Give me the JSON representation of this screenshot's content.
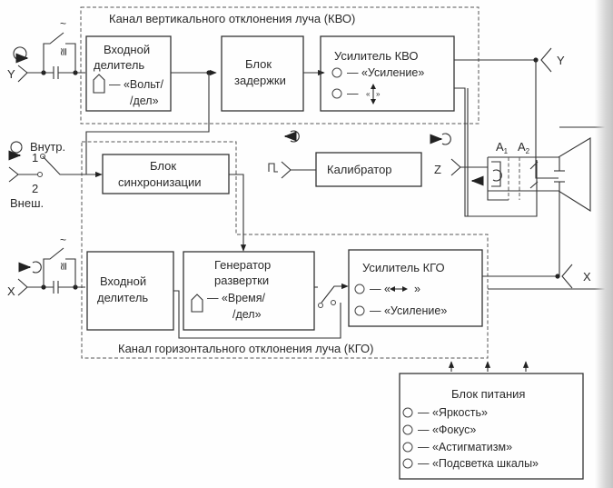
{
  "title": "Oscilloscope structural block diagram",
  "channels": {
    "vertical": {
      "label": "Канал вертикального отклонения луча (КВО)"
    },
    "horizontal": {
      "label": "Канал горизонтального отклонения луча (КГО)"
    }
  },
  "inputs": {
    "y": "Y",
    "x": "X",
    "z": "Z",
    "sync_internal": "Внутр.",
    "sync_external": "Внеш.",
    "sync_pos1": "1",
    "sync_pos2": "2",
    "coupling_ac": "~",
    "coupling_dc": "≅"
  },
  "outputs": {
    "y_plates": "Y",
    "x_plates": "X"
  },
  "blocks": {
    "y_divider": {
      "line1": "Входной",
      "line2": "делитель",
      "control": "— «Вольт/",
      "control2": "/дел»"
    },
    "delay": {
      "line1": "Блок",
      "line2": "задержки"
    },
    "y_amp": {
      "title": "Усилитель КВО",
      "control1": "— «Усиление»",
      "control2": "—"
    },
    "sync": {
      "line1": "Блок",
      "line2": "синхронизации"
    },
    "calibrator": {
      "label": "Калибратор"
    },
    "x_divider": {
      "line1": "Входной",
      "line2": "делитель"
    },
    "sweep": {
      "line1": "Генератор",
      "line2": "развертки",
      "control": "— «Время/",
      "control2": "/дел»"
    },
    "x_amp": {
      "title": "Усилитель КГО",
      "control1": "— «",
      "control1b": "»",
      "control2": "— «Усиление»"
    },
    "power": {
      "title": "Блок питания",
      "controls": [
        "— «Яркость»",
        "— «Фокус»",
        "— «Астигматизм»",
        "— «Подсветка шкалы»"
      ]
    }
  },
  "crt": {
    "anode1": "A",
    "anode1_sub": "1",
    "anode2": "A",
    "anode2_sub": "2"
  }
}
